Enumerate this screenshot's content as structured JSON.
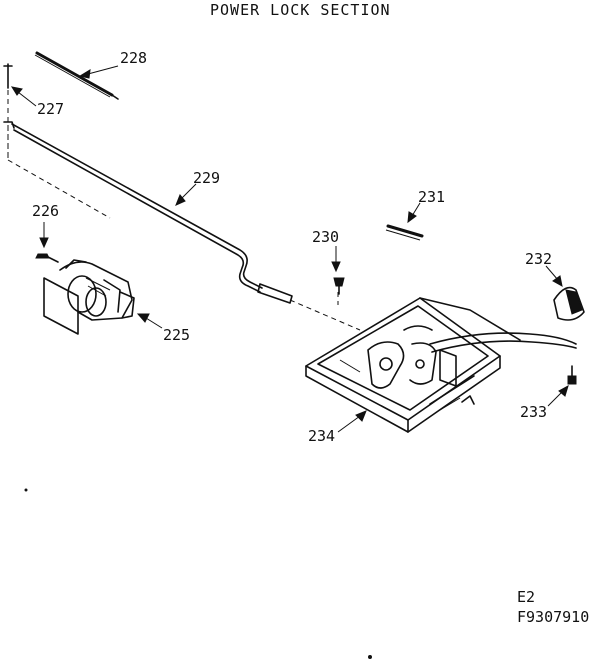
{
  "diagram": {
    "title": "POWER LOCK SECTION",
    "drawing_code": "E2",
    "drawing_number": "F9307910",
    "parts": [
      {
        "id": "p225",
        "label": "225"
      },
      {
        "id": "p226",
        "label": "226"
      },
      {
        "id": "p227",
        "label": "227"
      },
      {
        "id": "p228",
        "label": "228"
      },
      {
        "id": "p229",
        "label": "229"
      },
      {
        "id": "p230",
        "label": "230"
      },
      {
        "id": "p231",
        "label": "231"
      },
      {
        "id": "p232",
        "label": "232"
      },
      {
        "id": "p233",
        "label": "233"
      },
      {
        "id": "p234",
        "label": "234"
      }
    ]
  }
}
